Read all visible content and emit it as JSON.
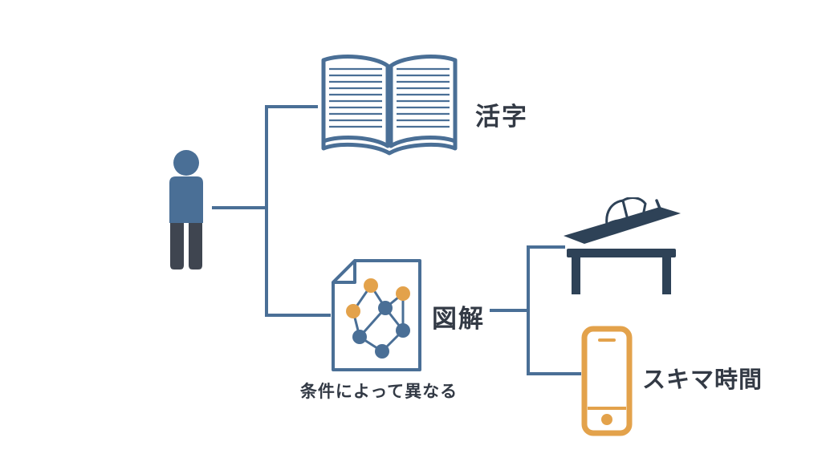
{
  "colors": {
    "blue": "#4a6f96",
    "navy": "#2e4257",
    "orange": "#e3a24b",
    "ink": "#333a45",
    "legs": "#3f4550",
    "background": "#ffffff"
  },
  "labels": {
    "print": "活字",
    "diagram": "図解",
    "spare_time": "スキマ時間",
    "caption": "条件によって異なる"
  },
  "icons": {
    "person": "person-icon",
    "book": "open-book-icon",
    "document": "diagram-document-icon",
    "desk": "desk-with-book-icon",
    "phone": "smartphone-icon"
  }
}
